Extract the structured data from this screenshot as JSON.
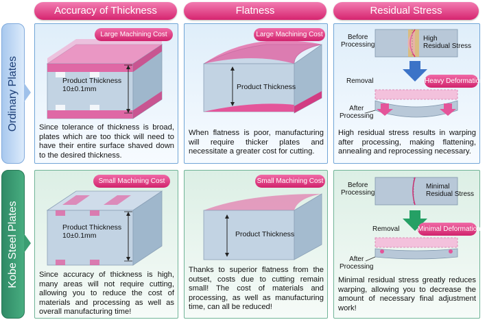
{
  "headers": [
    "Accuracy of Thickness",
    "Flatness",
    "Residual Stress"
  ],
  "rows": [
    {
      "label": "Ordinary Plates",
      "thickness": {
        "callout": "Large Machining Cost",
        "dim_label": "Product Thickness",
        "tolerance": "10±0.1mm",
        "description": "Since tolerance of thickness is broad, plates which are too thick will need to have their entire surface shaved down to the desired thickness."
      },
      "flatness": {
        "callout": "Large Machining Cost",
        "dim_label": "Product Thickness",
        "description": "When flatness is poor, manufacturing will require thicker plates and necessitate a greater cost for cutting."
      },
      "residual": {
        "before": "Before\nProcessing",
        "stress": "High\nResidual Stress",
        "removal": "Removal",
        "deformation": "Heavy Deformation",
        "after": "After\nProcessing",
        "description": "High residual stress results in warping after processing, making flattening, annealing and reprocessing necessary."
      }
    },
    {
      "label": "Kobe Steel Plates",
      "thickness": {
        "callout": "Small Machining Cost",
        "dim_label": "Product Thickness",
        "tolerance": "10±0.1mm",
        "description": "Since accuracy of thickness is high, many areas will not require cutting, allowing you to reduce the cost of materials and processing as well as overall manufacturing time!"
      },
      "flatness": {
        "callout": "Small Machining Cost",
        "dim_label": "Product Thickness",
        "description": "Thanks to superior flatness from the outset, costs due to cutting remain small! The cost of materials and processing, as well as manufacturing time, can all be reduced!"
      },
      "residual": {
        "before": "Before\nProcessing",
        "stress": "Minimal\nResidual Stress",
        "removal": "Removal",
        "deformation": "Minimal Deformation",
        "after": "After\nProcessing",
        "description": "Minimal residual stress greatly reduces warping, allowing you to decrease the amount of necessary final adjustment work!"
      }
    }
  ],
  "colors": {
    "header_pink": "#d6246f",
    "ordinary_tab_blue": "#4f86cf",
    "kobe_tab_green": "#2f9a6e",
    "panel_border_blue": "#6fa4d6",
    "panel_border_green": "#6fb396",
    "steel_gray": "#b7c9da",
    "excess_pink": "#e4559a",
    "arrow_blue": "#3c73c7",
    "arrow_green": "#25a065"
  }
}
